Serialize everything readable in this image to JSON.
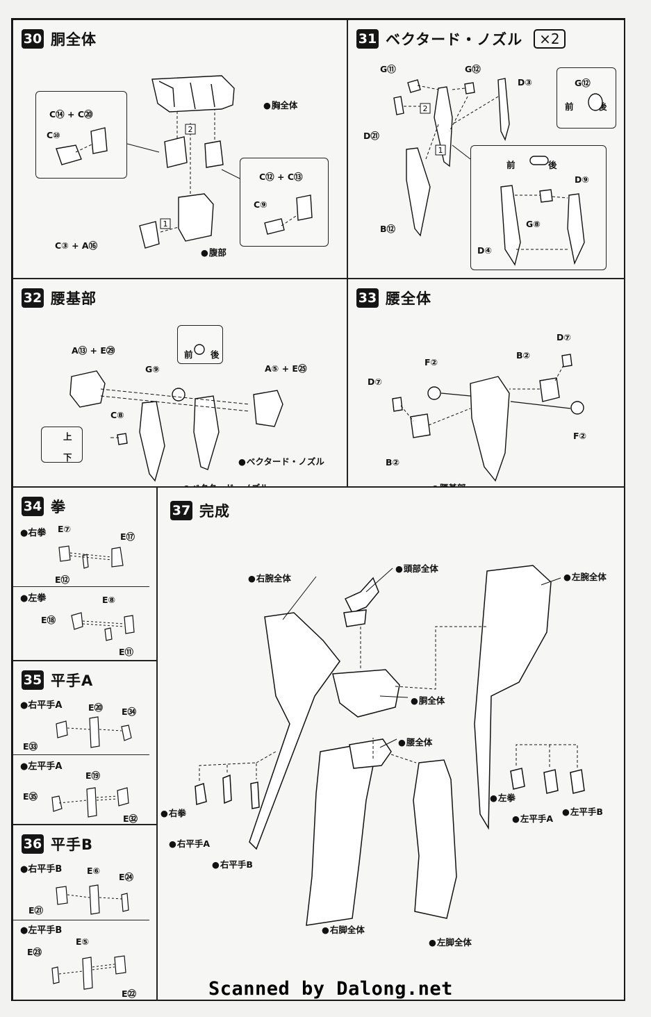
{
  "steps": {
    "s30": {
      "num": "30",
      "title": "胴全体",
      "inset1_top": "C⑭ + C⑳",
      "inset1_bot": "C⑩",
      "inset2_top": "C⑫ + C⑬",
      "inset2_bot": "C⑨",
      "chest": "胸全体",
      "belly": "腹部",
      "arm": "C③ + A⑯",
      "step1": "1",
      "step2": "2"
    },
    "s31": {
      "num": "31",
      "title": "ベクタード・ノズル",
      "mult": "×2",
      "g11": "G⑪",
      "g12": "G⑫",
      "d3": "D③",
      "d21": "D㉑",
      "b12": "B⑫",
      "inset_g12": "G⑫",
      "front": "前",
      "back": "後",
      "d9": "D⑨",
      "g8": "G⑧",
      "d4": "D④",
      "step1": "1",
      "step2": "2"
    },
    "s32": {
      "num": "32",
      "title": "腰基部",
      "a13": "A⑬ + E㉙",
      "g9": "G⑨",
      "a5": "A⑤ + E㉕",
      "c8": "C⑧",
      "front": "前",
      "back": "後",
      "up": "上",
      "down": "下",
      "nozzle1": "ベクタード・ノズル",
      "nozzle2": "ベクタード・ノズル"
    },
    "s33": {
      "num": "33",
      "title": "腰全体",
      "d7a": "D⑦",
      "d7b": "D⑦",
      "f2a": "F②",
      "f2b": "F②",
      "b2a": "B②",
      "b2b": "B②",
      "base": "腰基部"
    },
    "s34": {
      "num": "34",
      "title": "拳",
      "right": "右拳",
      "left": "左拳",
      "e7": "E⑦",
      "e17": "E⑰",
      "e12": "E⑫",
      "e8": "E⑧",
      "e18": "E⑱",
      "e11": "E⑪"
    },
    "s35": {
      "num": "35",
      "title": "平手A",
      "right": "右平手A",
      "left": "左平手A",
      "e20": "E⑳",
      "e34": "E㉞",
      "e33": "E㉝",
      "e19": "E⑲",
      "e35": "E㉟",
      "e32": "E㉜"
    },
    "s36": {
      "num": "36",
      "title": "平手B",
      "right": "右平手B",
      "left": "左平手B",
      "e6": "E⑥",
      "e24": "E㉔",
      "e21": "E㉑",
      "e5": "E⑤",
      "e23": "E㉓",
      "e22": "E㉒"
    },
    "s37": {
      "num": "37",
      "title": "完成",
      "head": "頭部全体",
      "rarm": "右腕全体",
      "larm": "左腕全体",
      "torso": "胴全体",
      "waist": "腰全体",
      "rfist": "右拳",
      "rhandA": "右平手A",
      "rhandB": "右平手B",
      "lfist": "左拳",
      "lhandA": "左平手A",
      "lhandB": "左平手B",
      "rleg": "右脚全体",
      "lleg": "左脚全体"
    }
  },
  "footer": "Scanned by Dalong.net"
}
